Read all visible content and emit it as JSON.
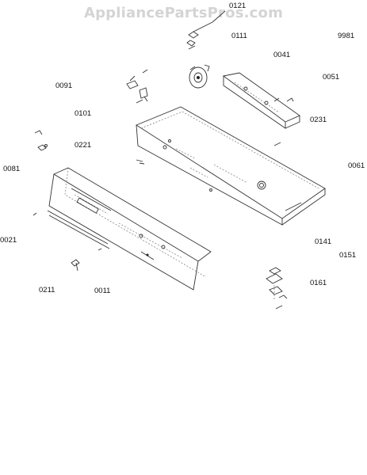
{
  "watermark": "AppliancePartsPros.com",
  "part_numbers": [
    {
      "id": "p0121",
      "text": "0121"
    },
    {
      "id": "p0111",
      "text": "0111"
    },
    {
      "id": "p9981",
      "text": "9981"
    },
    {
      "id": "p0041",
      "text": "0041"
    },
    {
      "id": "p0051",
      "text": "0051"
    },
    {
      "id": "p0091",
      "text": "0091"
    },
    {
      "id": "p0101",
      "text": "0101"
    },
    {
      "id": "p0231",
      "text": "0231"
    },
    {
      "id": "p0221",
      "text": "0221"
    },
    {
      "id": "p0081",
      "text": "0081"
    },
    {
      "id": "p0061",
      "text": "0061"
    },
    {
      "id": "p0021",
      "text": "0021"
    },
    {
      "id": "p0141",
      "text": "0141"
    },
    {
      "id": "p0151",
      "text": "0151"
    },
    {
      "id": "p0161",
      "text": "0161"
    },
    {
      "id": "p0211",
      "text": "0211"
    },
    {
      "id": "p0011",
      "text": "0011"
    }
  ]
}
